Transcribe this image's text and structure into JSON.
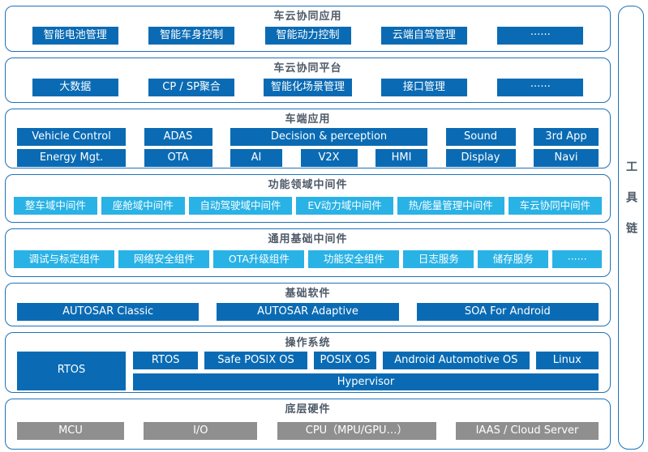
{
  "colors": {
    "dark_blue": "#0A6BB4",
    "light_blue": "#29B2E5",
    "gray": "#8F8F8F",
    "border_blue": "#1F72B8",
    "title_text": "#4E5A68"
  },
  "toolchain_label": "工具链",
  "layers": {
    "cloud_app": {
      "title": "车云协同应用",
      "items": [
        "智能电池管理",
        "智能车身控制",
        "智能动力控制",
        "云端自驾管理",
        "······"
      ]
    },
    "cloud_platform": {
      "title": "车云协同平台",
      "items": [
        "大数据",
        "CP / SP聚合",
        "智能化场景管理",
        "接口管理",
        "······"
      ]
    },
    "vehicle_app": {
      "title": "车端应用",
      "row1": [
        "Vehicle Control",
        "ADAS",
        "Decision & perception",
        "Sound",
        "3rd App"
      ],
      "row2": [
        "Energy Mgt.",
        "OTA",
        "AI",
        "V2X",
        "HMI",
        "Display",
        "Navi"
      ]
    },
    "domain_middleware": {
      "title": "功能领域中间件",
      "items": [
        "整车域中间件",
        "座舱域中间件",
        "自动驾驶域中间件",
        "EV动力域中间件",
        "热/能量管理中间件",
        "车云协同中间件"
      ]
    },
    "common_middleware": {
      "title": "通用基础中间件",
      "items": [
        "调试与标定组件",
        "网络安全组件",
        "OTA升级组件",
        "功能安全组件",
        "日志服务",
        "储存服务",
        "······"
      ]
    },
    "base_software": {
      "title": "基础软件",
      "items": [
        "AUTOSAR Classic",
        "AUTOSAR Adaptive",
        "SOA For Android"
      ]
    },
    "os": {
      "title": "操作系统",
      "left": "RTOS",
      "row1": [
        "RTOS",
        "Safe POSIX OS",
        "POSIX OS",
        "Android Automotive OS",
        "Linux"
      ],
      "hypervisor": "Hypervisor"
    },
    "hardware": {
      "title": "底层硬件",
      "items": [
        "MCU",
        "I/O",
        "CPU（MPU/GPU…）",
        "IAAS / Cloud Server"
      ]
    }
  }
}
